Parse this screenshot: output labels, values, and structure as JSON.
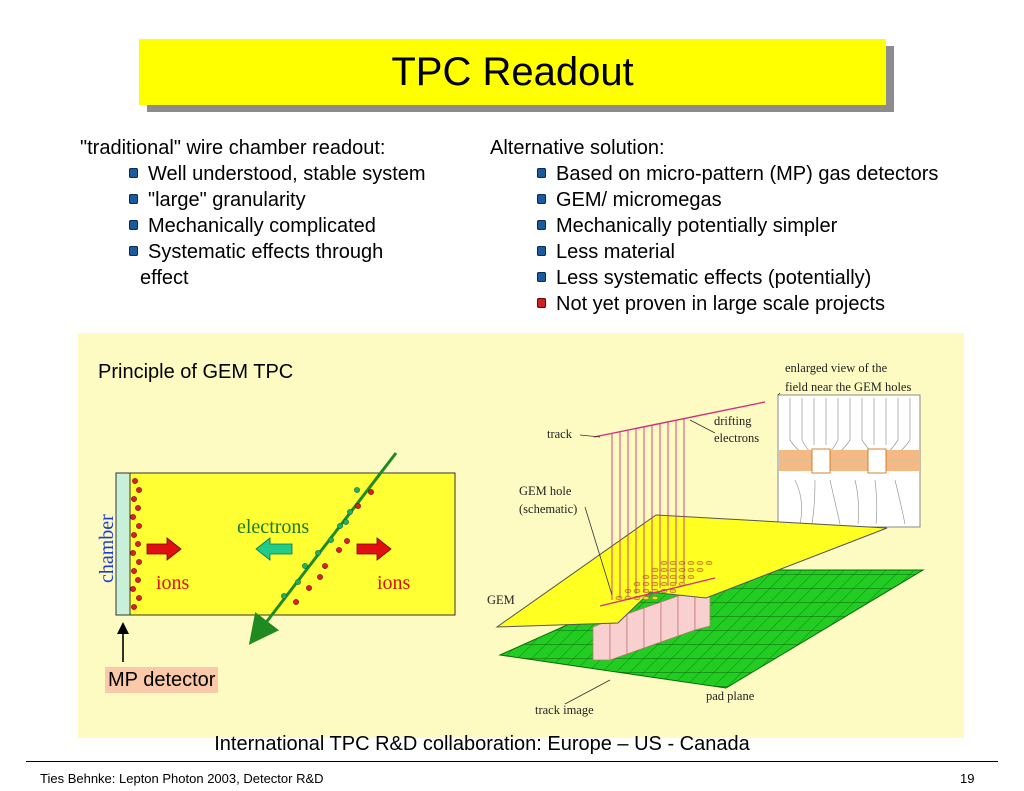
{
  "title": "TPC Readout",
  "left_column": {
    "heading": "\"traditional\" wire chamber readout:",
    "items": [
      "Well understood, stable system",
      "\"large\" granularity",
      "Mechanically complicated",
      "Systematic effects through"
    ],
    "continuation": "effect"
  },
  "right_column": {
    "heading": "Alternative solution:",
    "items": [
      "Based on micro-pattern (MP) gas detectors",
      "GEM/ micromegas",
      "Mechanically potentially simpler",
      "Less material",
      "Less systematic effects (potentially)",
      "Not yet proven in large scale projects"
    ]
  },
  "diagram": {
    "principle_title": "Principle of GEM TPC",
    "chamber_label": "chamber",
    "electrons_label": "electrons",
    "ions_left_label": "ions",
    "ions_right_label": "ions",
    "mp_detector_label": "MP detector",
    "enlarged_view_label_1": "enlarged view of the",
    "enlarged_view_label_2": "field near the GEM holes",
    "track_label": "track",
    "drifting_label_1": "drifting",
    "drifting_label_2": "electrons",
    "gem_hole_label_1": "GEM hole",
    "gem_hole_label_2": "(schematic)",
    "gem_label": "GEM",
    "pad_plane_label": "pad plane",
    "track_image_label": "track image"
  },
  "collaboration": "International TPC R&D collaboration: Europe – US - Canada",
  "footer": {
    "left": "Ties Behnke: Lepton Photon 2003, Detector R&D",
    "page_number": "19"
  },
  "colors": {
    "title_bg": "#ffff00",
    "panel_bg": "#fdfbc2",
    "bullet_blue": "#1c5a9e",
    "bullet_red": "#cc2222",
    "pad_plane_green": "#22cc22",
    "gem_yellow": "#ffff22"
  }
}
